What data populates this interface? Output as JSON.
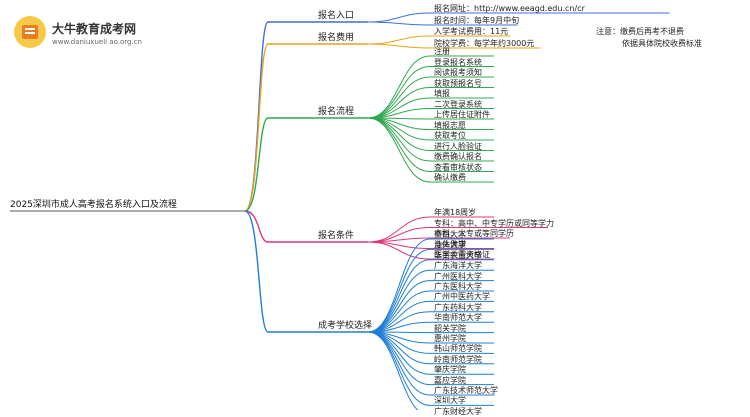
{
  "logo": {
    "title": "大牛教育成考网",
    "url": "www.daniuxueli ao.org.cn"
  },
  "root": "2025深圳市成人高考报名系统入口及流程",
  "branches": [
    {
      "label": "报名入口",
      "color": "#3f6fd8",
      "children": [
        "报名网址：http://www.eeagd.edu.cn/cr",
        "报名时间：每年9月中旬"
      ]
    },
    {
      "label": "报名费用",
      "color": "#e8a317",
      "children": [
        "入学考试费用：11元",
        "院校学费：每学年约3000元"
      ],
      "notes": [
        "注意：缴费后再考不退费",
        "依据具体院校收费标准"
      ]
    },
    {
      "label": "报名流程",
      "color": "#2fa84f",
      "children": [
        "注册",
        "登录报名系统",
        "阅读报考须知",
        "获取预报名号",
        "填报",
        "二次登录系统",
        "上传居住证附件",
        "填报志愿",
        "获取考位",
        "进行人脸验证",
        "缴费确认报名",
        "查看审核状态",
        "确认缴费"
      ]
    },
    {
      "label": "报名条件",
      "color": "#e0347a",
      "children": [
        "年满18周岁",
        "专科：高中、中专学历或同等学力",
        "本科：大专或等同学历",
        "身体健康",
        "医学类需资格证"
      ]
    },
    {
      "label": "成考学校选择",
      "color": "#1f7fd6",
      "children": [
        "暨南大学",
        "汕头大学",
        "华南农业大学",
        "广东海洋大学",
        "广州医科大学",
        "广东医科大学",
        "广州中医药大学",
        "广东药科大学",
        "华南师范大学",
        "韶关学院",
        "惠州学院",
        "韩山师范学院",
        "岭南师范学院",
        "肇庆学院",
        "嘉应学院",
        "广东技术师范大学",
        "深圳大学",
        "广东财经大学"
      ]
    }
  ]
}
